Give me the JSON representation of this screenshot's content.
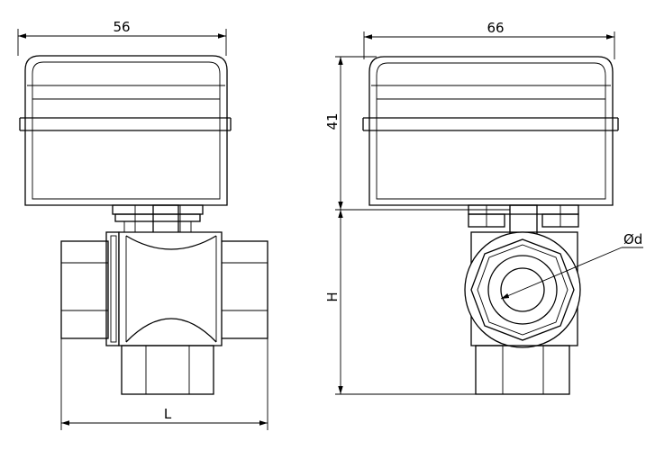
{
  "dimensions": {
    "top_width_left": "56",
    "top_width_right": "66",
    "actuator_height": "41",
    "valve_height": "H",
    "valve_length": "L",
    "bore_diameter": "Ød"
  }
}
